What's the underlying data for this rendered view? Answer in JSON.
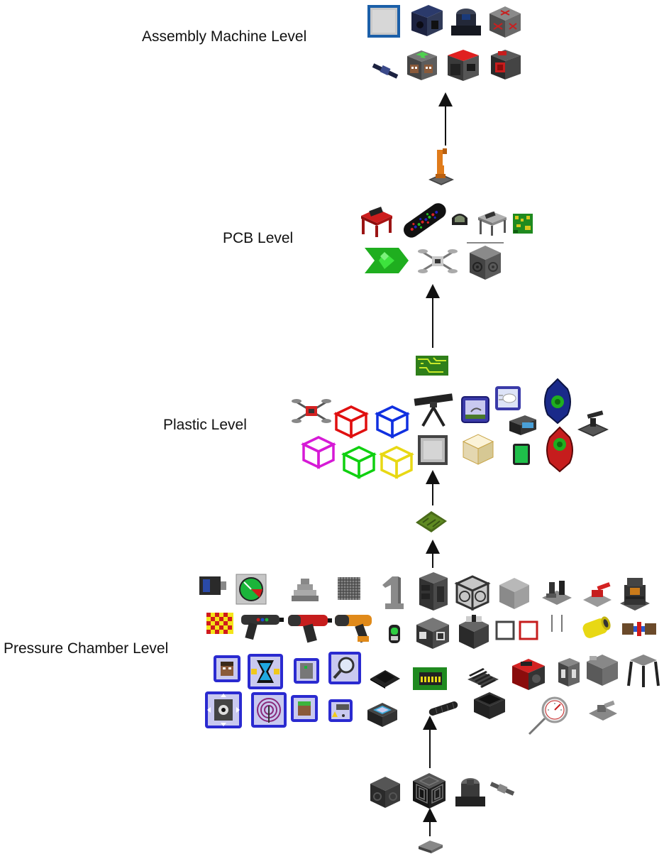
{
  "levels": {
    "assembly": "Assembly Machine Level",
    "pcb": "PCB Level",
    "plastic": "Plastic Level",
    "pressure": "Pressure Chamber Level"
  },
  "colors": {
    "arrow": "#111111",
    "label": "#111111"
  },
  "icons": {
    "assembly": [
      "dark-item-icon",
      "dark-block-icon",
      "dark-machine-icon",
      "grey-cross-block-icon",
      "drone-rod-icon",
      "green-arrow-block-icon",
      "red-machine-icon",
      "red-controller-icon"
    ],
    "pcb": [
      "red-table-icon",
      "black-remote-icon",
      "dark-helmet-icon",
      "grey-table-icon",
      "green-pcb-icon",
      "green-chevron-icon",
      "white-drone-icon",
      "grey-sensor-block-icon"
    ],
    "plastic": [
      "green-circuit-icon",
      "red-drone-icon",
      "red-cube-frame-icon",
      "blue-cube-frame-icon",
      "tripod-turret-icon",
      "blue-card-icon",
      "white-cloud-card-icon",
      "blue-green-pod-icon",
      "dark-printer-icon",
      "magenta-cube-frame-icon",
      "green-cube-frame-icon",
      "yellow-cube-frame-icon",
      "grey-plate-icon",
      "cream-block-icon",
      "green-tablet-icon",
      "red-green-pod-icon",
      "dark-turret-icon"
    ],
    "pressure": [
      "blue-battery-icon",
      "green-gauge-icon",
      "grey-stack-icon",
      "grey-grid-icon",
      "grey-one-icon",
      "grey-tower-icon",
      "grey-frame-icon",
      "grey-block-icon",
      "grey-crane-icon",
      "red-turret-icon",
      "dark-bot-icon",
      "yellow-red-check-icon",
      "blue-gun-icon",
      "red-gun-icon",
      "orange-gun-icon",
      "grey-lamp-icon",
      "grey-machine-icon",
      "grey-press-icon",
      "square-rings-icon",
      "bars-icon",
      "yellow-tube-icon",
      "pipe-link-icon",
      "blue-face-icon",
      "blue-hourglass-icon",
      "blue-panel-icon",
      "blue-magnifier-icon",
      "black-plate-icon",
      "green-chip-icon",
      "grey-fins-icon",
      "red-generator-icon",
      "grey-door-icon",
      "grey-cube-icon",
      "grey-stand-icon",
      "blue-eye-icon",
      "blue-signal-icon",
      "blue-grass-icon",
      "blue-warning-icon",
      "glass-tank-icon",
      "black-tube-icon",
      "dark-bin-icon",
      "pressure-gauge-icon",
      "grey-valve-icon"
    ],
    "base": [
      "base-block-icon",
      "base-rings-block-icon",
      "base-tank-icon",
      "base-rod-icon",
      "base-ingot-icon"
    ],
    "between": [
      "orange-robot-arm-icon",
      "green-plastic-sheet-icon"
    ]
  }
}
